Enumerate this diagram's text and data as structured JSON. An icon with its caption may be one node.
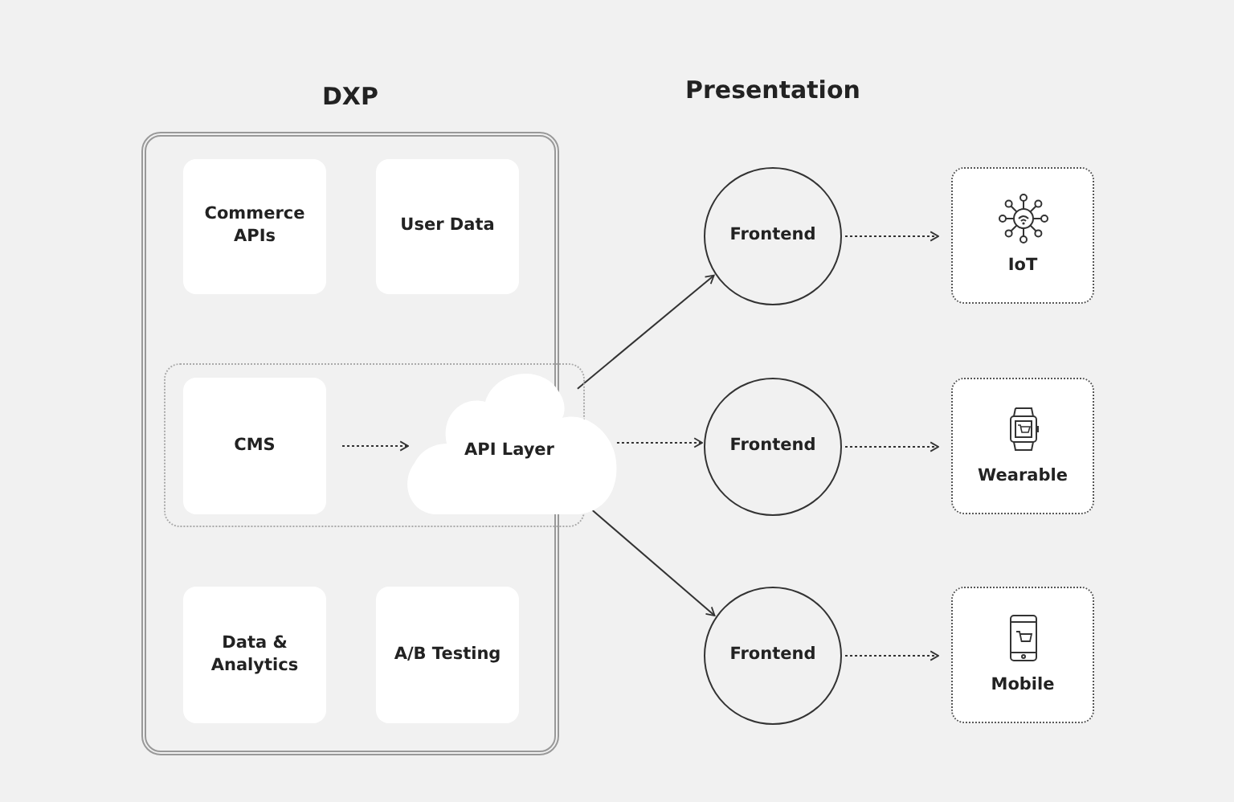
{
  "diagram": {
    "nodes": [
      {
        "text": [
          "DXP"
        ]
      },
      {
        "text": [
          "Commerce APIs"
        ],
        "in": 0
      },
      {
        "text": [
          "User Data"
        ],
        "in": 0
      },
      {
        "text": [],
        "shape": "box"
      },
      {
        "text": [
          "CMS"
        ],
        "in": 3
      },
      {
        "text": [
          "API Layer"
        ]
      },
      {
        "text": [
          "Data & Analytics"
        ],
        "in": 0
      },
      {
        "text": [
          "A/B Testing"
        ],
        "in": 0
      },
      {
        "text": [
          "Frontend"
        ]
      },
      {
        "text": [
          "Frontend"
        ]
      },
      {
        "text": [
          "Frontend"
        ]
      },
      {
        "text": [
          "IoT"
        ]
      },
      {
        "text": [
          "Wearable"
        ]
      },
      {
        "text": [
          "Mobile"
        ]
      }
    ],
    "edges": [
      {
        "from": 4,
        "to": 5,
        "arrow": "to",
        "style": "dashed"
      },
      {
        "from": 5,
        "to": 8,
        "arrow": "to"
      },
      {
        "from": 5,
        "to": 9,
        "arrow": "to",
        "style": "dashed"
      },
      {
        "from": 5,
        "to": 10,
        "arrow": "to"
      },
      {
        "from": 8,
        "to": 11,
        "arrow": "to",
        "style": "dashed"
      },
      {
        "from": 9,
        "to": 12,
        "arrow": "to",
        "style": "dashed"
      },
      {
        "from": 10,
        "to": 13,
        "arrow": "to",
        "style": "dashed"
      }
    ],
    "labels": [
      "Presentation"
    ]
  }
}
